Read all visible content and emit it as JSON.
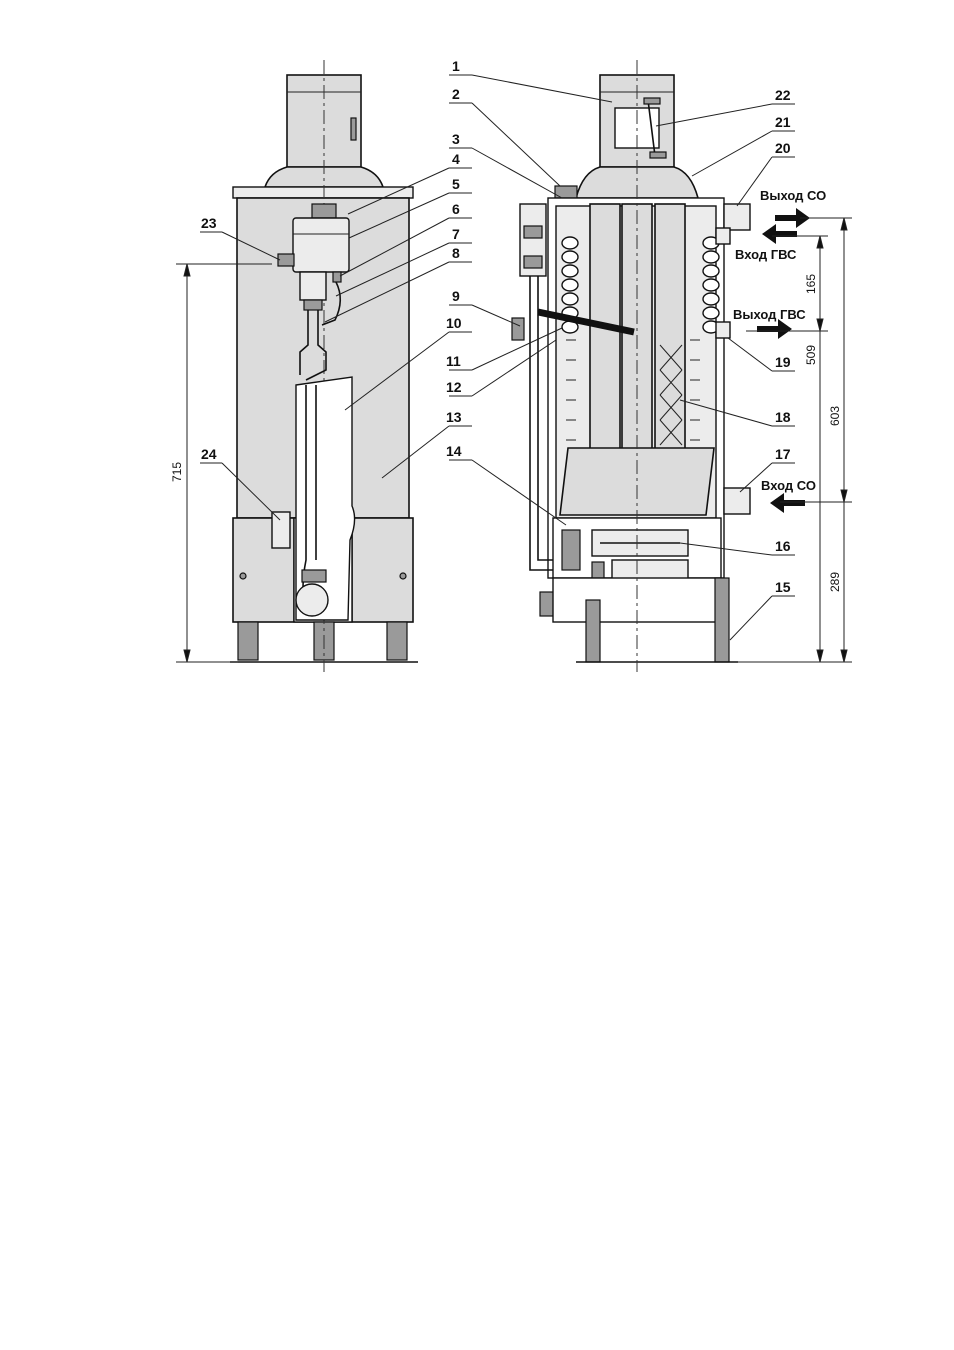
{
  "callouts": [
    "1",
    "2",
    "3",
    "4",
    "5",
    "6",
    "7",
    "8",
    "9",
    "10",
    "11",
    "12",
    "13",
    "14",
    "15",
    "16",
    "17",
    "18",
    "19",
    "20",
    "21",
    "22",
    "23",
    "24"
  ],
  "flows": {
    "heating_out": "Выход СО",
    "dhw_in": "Вход ГВС",
    "dhw_out": "Выход ГВС",
    "heating_in": "Вход СО"
  },
  "dimensions": {
    "left_height": "715",
    "dhw_spacing": "165",
    "in_to_out_heating": "509",
    "total_right": "603",
    "bottom_to_inlet": "289"
  }
}
